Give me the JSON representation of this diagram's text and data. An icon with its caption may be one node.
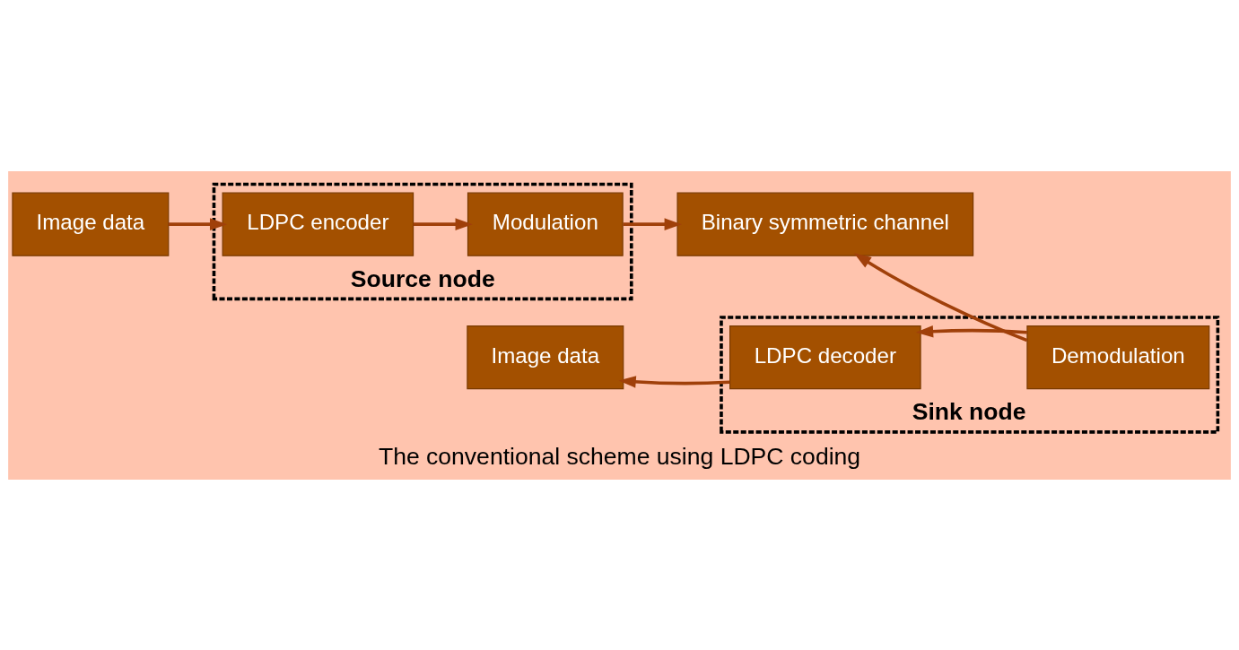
{
  "diagram": {
    "caption": "The conventional scheme using LDPC coding",
    "nodes": [
      {
        "text": [
          "Image data"
        ]
      },
      {
        "text": [
          "Source node"
        ]
      },
      {
        "text": [
          "LDPC encoder"
        ],
        "in": 1
      },
      {
        "text": [
          "Modulation"
        ],
        "in": 1
      },
      {
        "text": [
          "Binary symmetric channel"
        ]
      },
      {
        "text": [
          "Image data"
        ]
      },
      {
        "text": [
          "Sink node"
        ]
      },
      {
        "text": [
          "LDPC decoder"
        ],
        "in": 6
      },
      {
        "text": [
          "Demodulation"
        ],
        "in": 6
      }
    ],
    "edges": [
      {
        "from": 0,
        "to": 2,
        "arrow": "to"
      },
      {
        "from": 2,
        "to": 3,
        "arrow": "to"
      },
      {
        "from": 3,
        "to": 4,
        "arrow": "to"
      },
      {
        "from": 8,
        "to": 4,
        "arrow": "to"
      },
      {
        "from": 8,
        "to": 7,
        "arrow": "to"
      },
      {
        "from": 7,
        "to": 5,
        "arrow": "to"
      }
    ]
  }
}
